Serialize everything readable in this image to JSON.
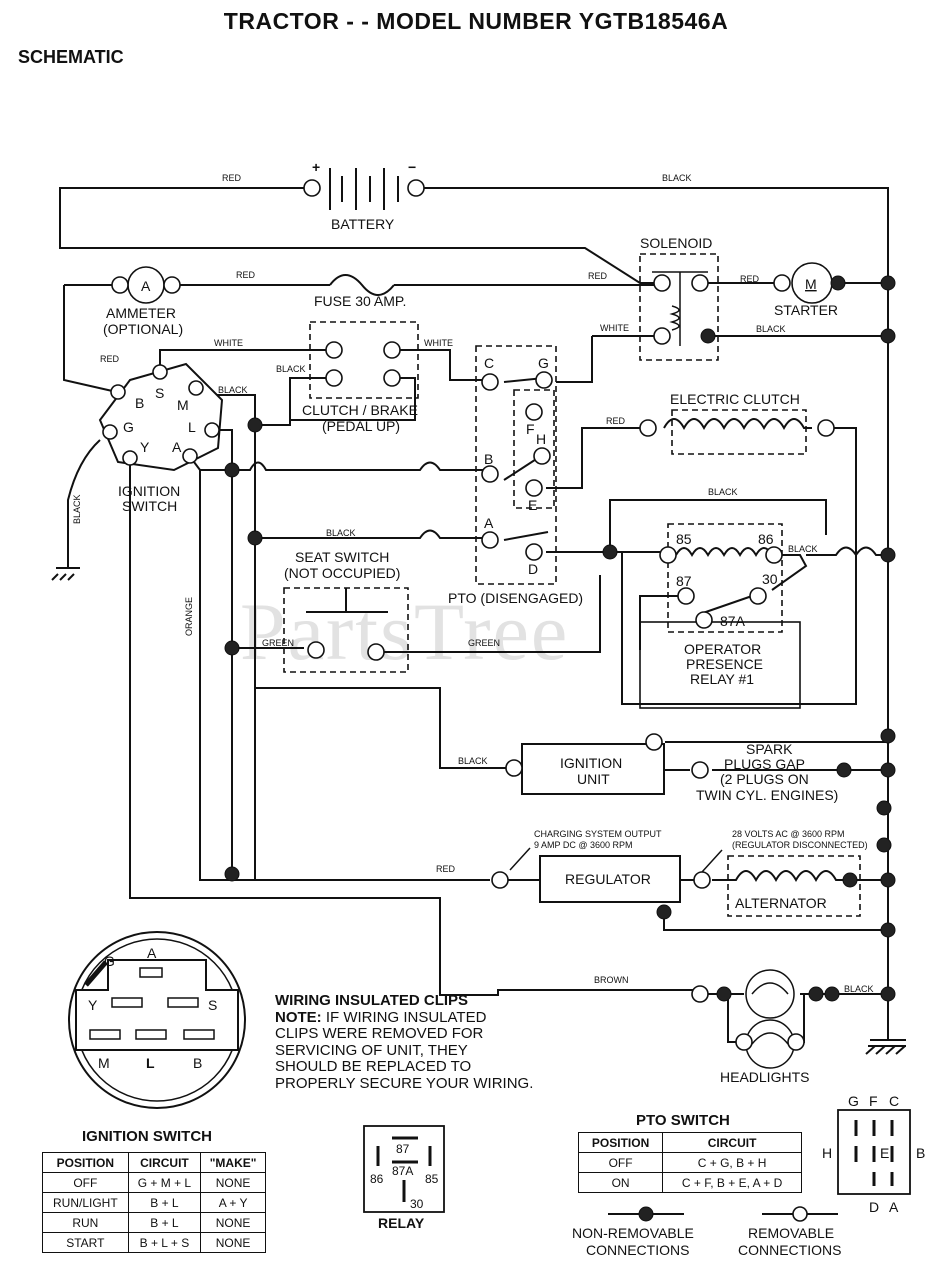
{
  "header": {
    "title": "TRACTOR - - MODEL NUMBER YGTB18546A",
    "subtitle": "SCHEMATIC"
  },
  "watermark": "PartsTree",
  "components": {
    "battery": "BATTERY",
    "battery_plus": "+",
    "battery_minus": "−",
    "solenoid": "SOLENOID",
    "ammeter_symbol": "A",
    "ammeter_line1": "AMMETER",
    "ammeter_line2": "(OPTIONAL)",
    "fuse": "FUSE 30 AMP.",
    "starter_symbol": "M",
    "starter": "STARTER",
    "clutch_brake_line1": "CLUTCH / BRAKE",
    "clutch_brake_line2": "(PEDAL UP)",
    "electric_clutch": "ELECTRIC CLUTCH",
    "ignition_switch_line1": "IGNITION",
    "ignition_switch_line2": "SWITCH",
    "seat_switch_line1": "SEAT SWITCH",
    "seat_switch_line2": "(NOT OCCUPIED)",
    "pto": "PTO (DISENGAGED)",
    "relay_line1": "OPERATOR",
    "relay_line2": "PRESENCE",
    "relay_line3": "RELAY #1",
    "ignition_unit_line1": "IGNITION",
    "ignition_unit_line2": "UNIT",
    "spark_line1": "SPARK",
    "spark_line2": "PLUGS GAP",
    "spark_line3": "(2 PLUGS ON",
    "spark_line4": "TWIN CYL. ENGINES)",
    "regulator": "REGULATOR",
    "alternator": "ALTERNATOR",
    "charging_line1": "CHARGING SYSTEM OUTPUT",
    "charging_line2": "9 AMP DC @ 3600 RPM",
    "volts_line1": "28 VOLTS AC @ 3600 RPM",
    "volts_line2": "(REGULATOR DISCONNECTED)",
    "headlights": "HEADLIGHTS"
  },
  "wire_labels": {
    "red": "RED",
    "black": "BLACK",
    "white": "WHITE",
    "green": "GREEN",
    "orange": "ORANGE",
    "brown": "BROWN"
  },
  "terminals": {
    "ign": [
      "B",
      "S",
      "M",
      "L",
      "A",
      "Y",
      "G"
    ],
    "pto": [
      "C",
      "G",
      "F",
      "H",
      "B",
      "E",
      "A",
      "D"
    ],
    "relay": [
      "85",
      "86",
      "87",
      "30",
      "87A"
    ]
  },
  "ignition_face": [
    "G",
    "A",
    "Y",
    "S",
    "M",
    "L",
    "B"
  ],
  "note": {
    "heading": "WIRING INSULATED CLIPS",
    "note_label": "NOTE:",
    "lines": [
      " IF WIRING INSULATED",
      "CLIPS WERE REMOVED FOR",
      "SERVICING OF UNIT, THEY",
      "SHOULD BE REPLACED TO",
      "PROPERLY SECURE YOUR WIRING."
    ]
  },
  "ignition_table": {
    "title": "IGNITION SWITCH",
    "headers": [
      "POSITION",
      "CIRCUIT",
      "\"MAKE\""
    ],
    "rows": [
      [
        "OFF",
        "G + M + L",
        "NONE"
      ],
      [
        "RUN/LIGHT",
        "B + L",
        "A + Y"
      ],
      [
        "RUN",
        "B + L",
        "NONE"
      ],
      [
        "START",
        "B + L + S",
        "NONE"
      ]
    ]
  },
  "relay_diagram": {
    "title": "RELAY",
    "pins": [
      "87",
      "87A",
      "86",
      "85",
      "30"
    ]
  },
  "pto_table": {
    "title": "PTO SWITCH",
    "headers": [
      "POSITION",
      "CIRCUIT"
    ],
    "rows": [
      [
        "OFF",
        "C + G, B + H"
      ],
      [
        "ON",
        "C + F, B + E, A + D"
      ]
    ]
  },
  "pto_face": [
    "G",
    "F",
    "C",
    "H",
    "E",
    "B",
    "D",
    "A"
  ],
  "legend": {
    "non_removable_line1": "NON-REMOVABLE",
    "non_removable_line2": "CONNECTIONS",
    "removable_line1": "REMOVABLE",
    "removable_line2": "CONNECTIONS"
  }
}
